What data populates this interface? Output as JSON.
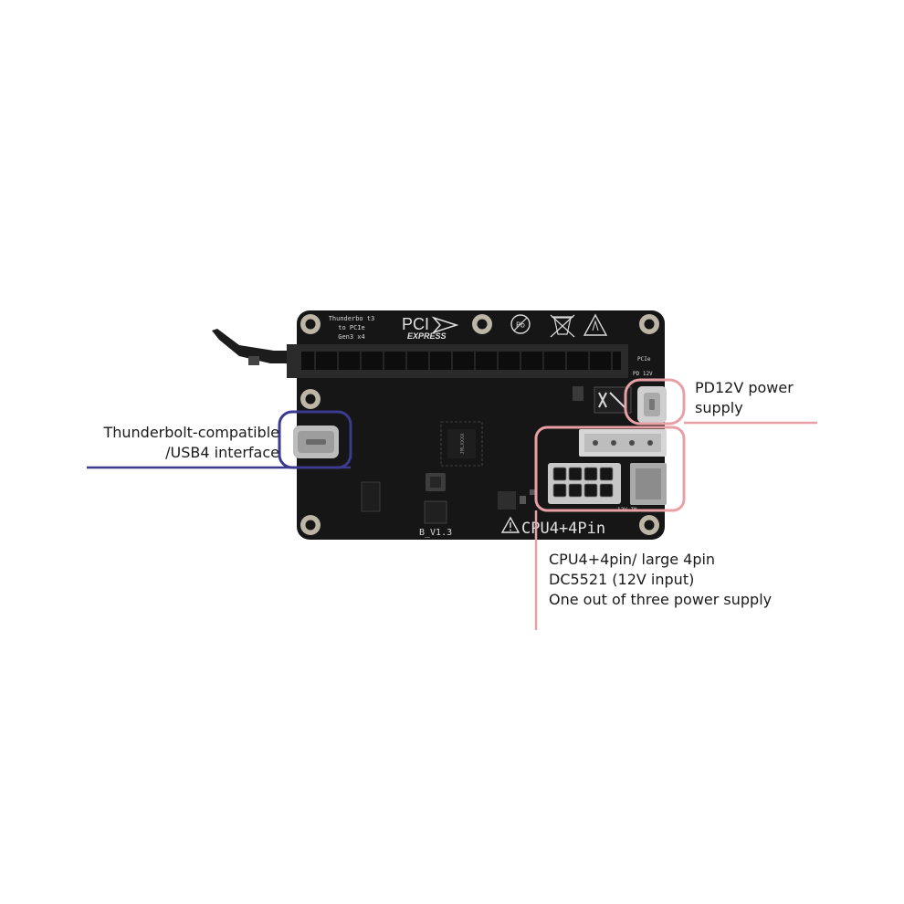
{
  "board": {
    "silkscreen_top": [
      "Thunderbo t3",
      "to PCIe",
      "Gen3 x4"
    ],
    "pci_logo_top": "PCI",
    "pci_logo_bottom": "EXPRESS",
    "pd_mark": "Pb",
    "pcie_tag": "PCIe",
    "pd12v_tag": "PD 12V",
    "chip_text": "JMLXXXX",
    "version": "B_V1.3",
    "cpu_mark": "CPU4+4Pin",
    "dc_tag": "12V IN"
  },
  "callouts": {
    "usb4": {
      "line1": "Thunderbolt-compatible",
      "line2": "/USB4 interface",
      "color": "#3b3a8f"
    },
    "pd": {
      "line1": "PD12V power",
      "line2": "supply",
      "color": "#e8a0a6"
    },
    "power": {
      "line1": "CPU4+4pin/ large 4pin",
      "line2": "DC5521 (12V input)",
      "line3": "One out of three power supply",
      "color": "#e8a0a6"
    }
  },
  "colors": {
    "pcb": "#161616",
    "silk": "#d8d8d8",
    "connector": "#c9c9c9"
  }
}
